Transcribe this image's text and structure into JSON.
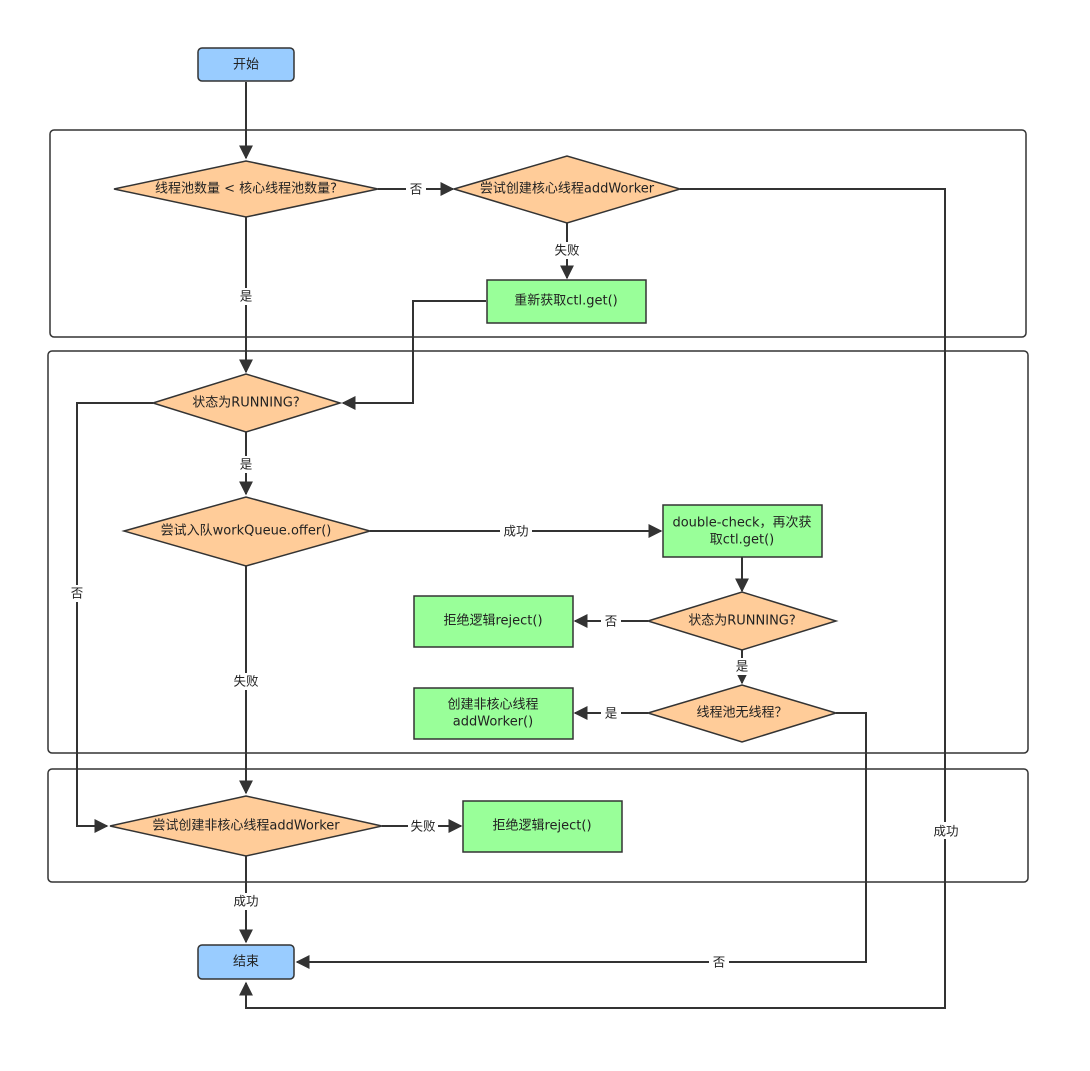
{
  "nodes": {
    "start": "开始",
    "end": "结束",
    "check_core_count": "线程池数量 < 核心线程池数量?",
    "try_add_core_worker": "尝试创建核心线程addWorker",
    "reget_ctl": "重新获取ctl.get()",
    "check_running_1": "状态为RUNNING?",
    "try_enqueue": "尝试入队workQueue.offer()",
    "double_check_line1": "double-check，再次获",
    "double_check_line2": "取ctl.get()",
    "check_running_2": "状态为RUNNING?",
    "reject_1": "拒绝逻辑reject()",
    "check_no_thread": "线程池无线程？",
    "create_noncore_line1": "创建非核心线程",
    "create_noncore_line2": "addWorker()",
    "try_add_noncore_worker": "尝试创建非核心线程addWorker",
    "reject_2": "拒绝逻辑reject()"
  },
  "edges": {
    "core_no": "否",
    "core_yes": "是",
    "add_core_fail": "失败",
    "add_core_success": "成功",
    "running1_yes": "是",
    "running1_no": "否",
    "enqueue_success": "成功",
    "enqueue_fail": "失败",
    "running2_no": "否",
    "running2_yes": "是",
    "no_thread_yes": "是",
    "no_thread_no": "否",
    "noncore_fail": "失败",
    "noncore_success": "成功"
  },
  "colors": {
    "terminal": "#99ccff",
    "decision": "#ffcc99",
    "process": "#99ff99",
    "line": "#333333"
  }
}
